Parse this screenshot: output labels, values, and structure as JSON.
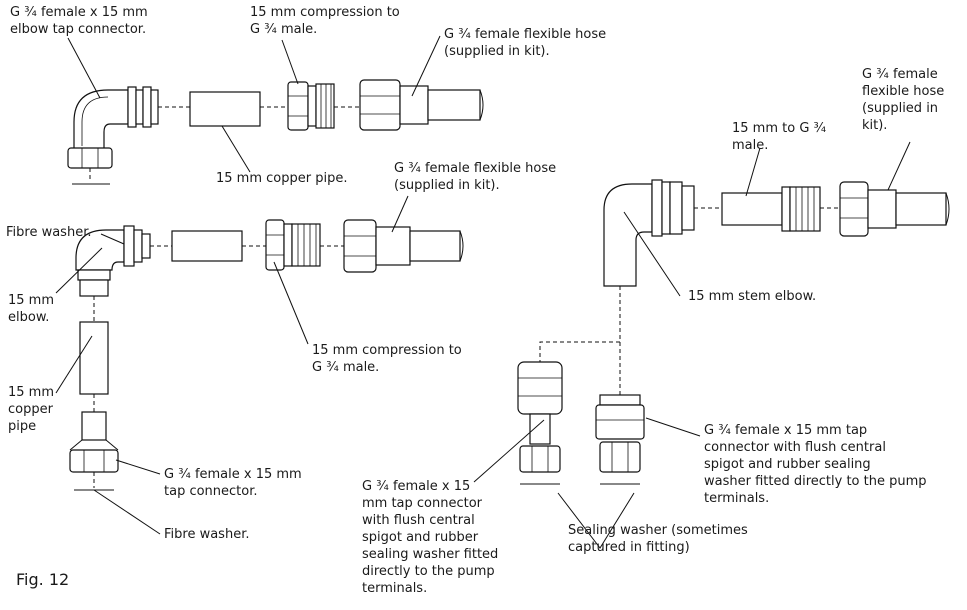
{
  "figure_label": "Fig. 12",
  "labels": {
    "elbow_tap_connector": "G ¾ female x 15 mm\nelbow tap connector.",
    "compression_top": "15 mm compression to\nG ¾ male.",
    "hose_top": "G ¾ female flexible hose\n(supplied in kit).",
    "copper_pipe_mid": "15 mm copper pipe.",
    "hose_mid": "G ¾ female flexible hose\n(supplied in kit).",
    "fibre_washer_top": "Fibre washer.",
    "elbow_15mm": "15 mm\nelbow.",
    "compression_mid": "15 mm compression to\nG ¾ male.",
    "copper_pipe_left": "15 mm\ncopper\npipe",
    "tap_connector_left": "G ¾ female x 15 mm\ntap connector.",
    "fibre_washer_bottom": "Fibre washer.",
    "hose_right": "G ¾ female\nflexible hose\n(supplied in\nkit).",
    "to_g34_male": "15 mm to G ¾\nmale.",
    "stem_elbow": "15 mm stem elbow.",
    "tap_connector_right": "G ¾ female x 15 mm tap\nconnector with flush central\nspigot and rubber sealing\nwasher fitted directly to the pump\nterminals.",
    "tap_connector_center": "G ¾ female x 15\nmm tap connector\nwith flush central\nspigot and rubber\nsealing washer fitted\ndirectly to the pump\nterminals.",
    "sealing_washer": "Sealing washer (sometimes\ncaptured in fitting)"
  }
}
